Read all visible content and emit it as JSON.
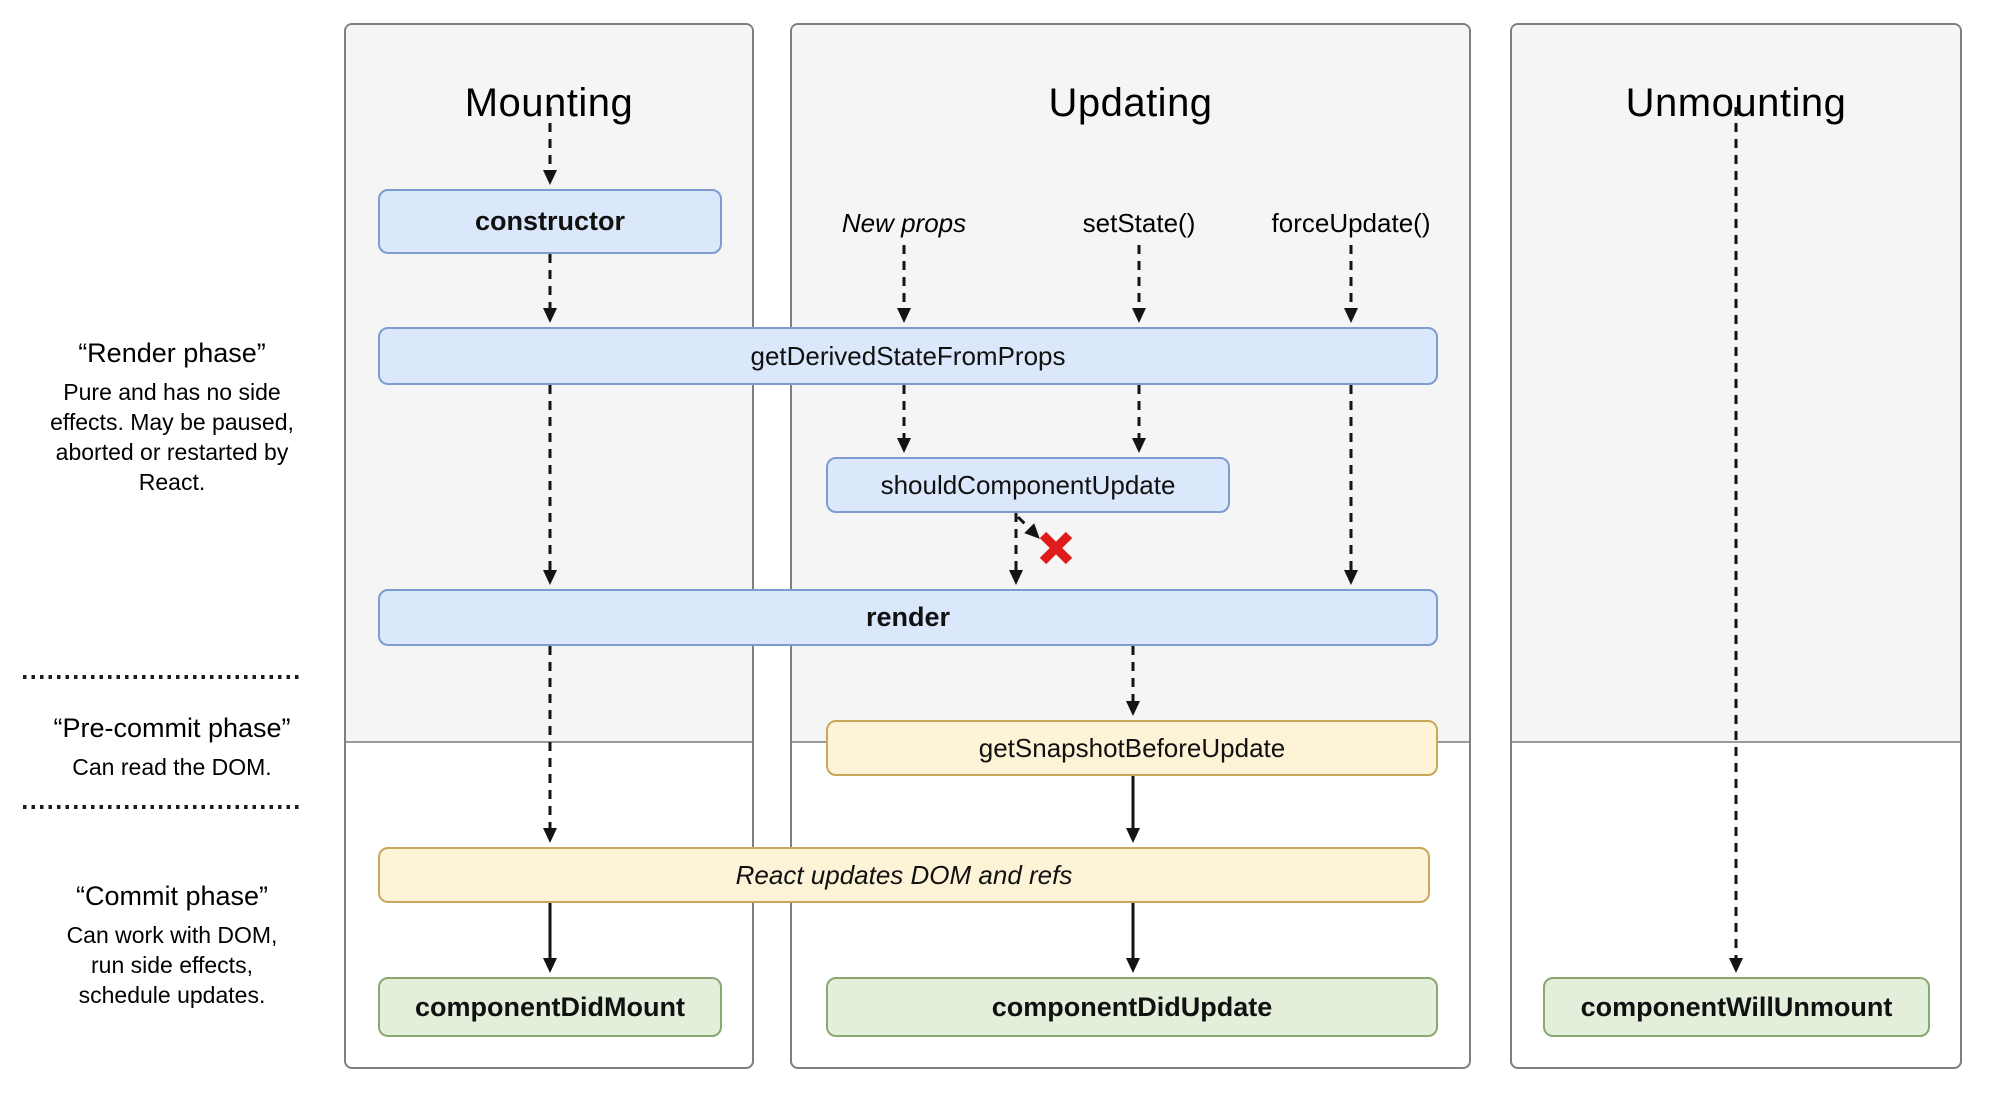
{
  "columns": {
    "mounting": {
      "title": "Mounting"
    },
    "updating": {
      "title": "Updating"
    },
    "unmounting": {
      "title": "Unmounting"
    }
  },
  "triggers": {
    "new_props": "New props",
    "set_state": "setState()",
    "force_update": "forceUpdate()"
  },
  "nodes": {
    "constructor": "constructor",
    "get_derived_state_from_props": "getDerivedStateFromProps",
    "should_component_update": "shouldComponentUpdate",
    "render": "render",
    "get_snapshot_before_update": "getSnapshotBeforeUpdate",
    "react_updates_dom_and_refs": "React updates DOM and refs",
    "component_did_mount": "componentDidMount",
    "component_did_update": "componentDidUpdate",
    "component_will_unmount": "componentWillUnmount"
  },
  "phases": {
    "render_phase": {
      "title": "“Render phase”",
      "description": "Pure and has no side effects. May be paused, aborted or restarted by React."
    },
    "pre_commit_phase": {
      "title": "“Pre-commit phase”",
      "description": "Can read the DOM."
    },
    "commit_phase": {
      "title": "“Commit phase”",
      "description": "Can work with DOM, run side effects, schedule updates."
    }
  },
  "symbols": {
    "abort_x": "✖"
  },
  "colors": {
    "lifecycle_method_fill": "#dbe8fb",
    "lifecycle_method_border": "#7d9bd1",
    "side_effect_fill": "#fdf3d7",
    "side_effect_border": "#c9a85c",
    "commit_method_fill": "#e3eedb",
    "commit_method_border": "#8aa873",
    "render_phase_region": "#f5f5f6",
    "abort_x": "#e01b1b"
  }
}
